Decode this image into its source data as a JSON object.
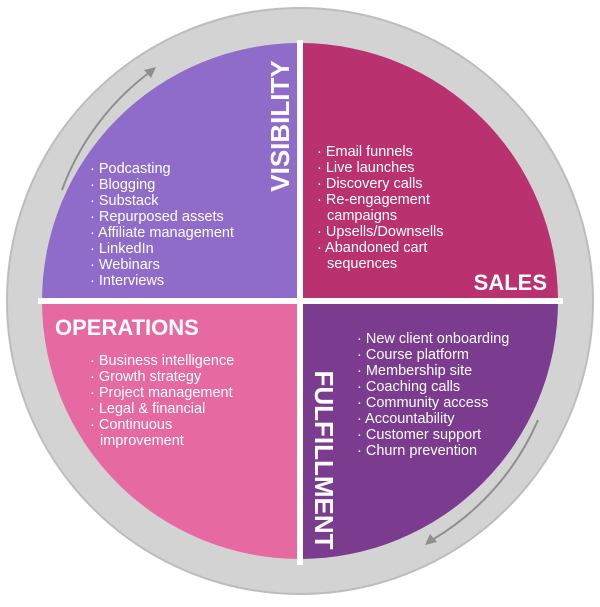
{
  "colors": {
    "ring": "#d3d3d3",
    "ring_edge": "#bdbdbd",
    "arrow": "#8f8f8f",
    "visibility": "#8f6cc9",
    "sales": "#b9326f",
    "operations": "#e66aa1",
    "fulfillment": "#7b3b8e"
  },
  "quadrants": {
    "visibility": {
      "title": "VISIBILITY",
      "items": [
        "· Podcasting",
        "· Blogging",
        "· Substack",
        "· Repurposed assets",
        "· Affiliate management",
        "· LinkedIn",
        "· Webinars",
        "· Interviews"
      ]
    },
    "sales": {
      "title": "SALES",
      "items": [
        "· Email funnels",
        "· Live launches",
        "· Discovery calls",
        "· Re-engagement",
        "campaigns",
        "· Upsells/Downsells",
        "· Abandoned cart",
        "sequences"
      ]
    },
    "operations": {
      "title": "OPERATIONS",
      "items": [
        "· Business intelligence",
        "· Growth strategy",
        "· Project management",
        "· Legal & financial",
        "· Continuous",
        "improvement"
      ]
    },
    "fulfillment": {
      "title": "FULFILLMENT",
      "items": [
        "· New client onboarding",
        "· Course platform",
        "· Membership site",
        "· Coaching calls",
        "· Community access",
        "· Accountability",
        "· Customer support",
        "· Churn prevention"
      ]
    }
  }
}
